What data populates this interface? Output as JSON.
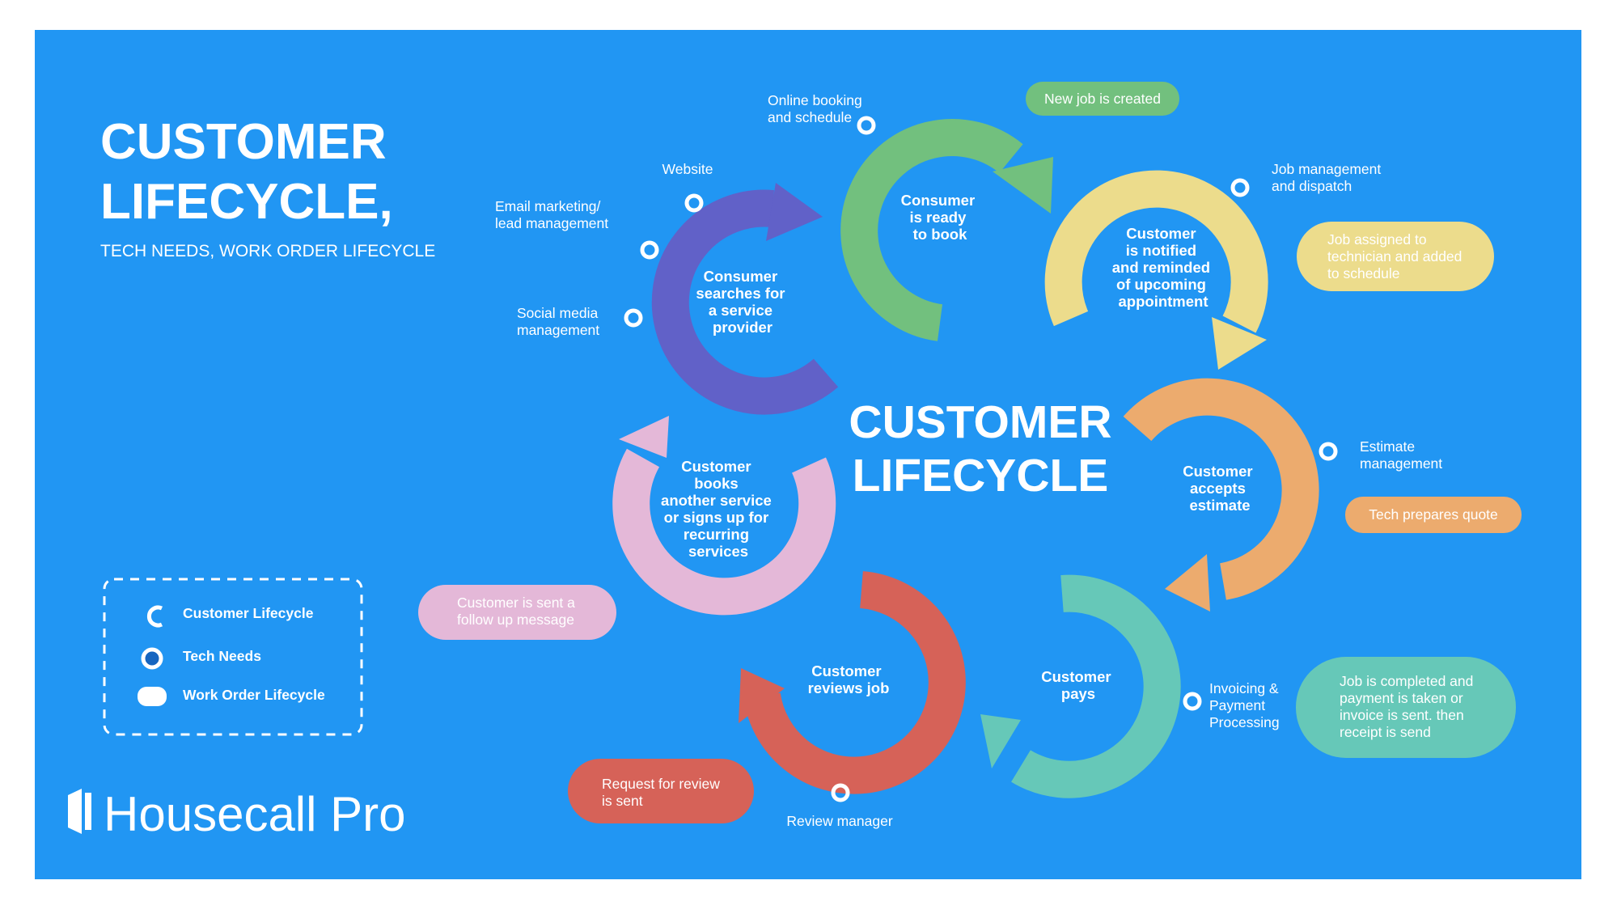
{
  "colors": {
    "background": "#2196F3",
    "purple": "#6161C8",
    "green": "#72C07E",
    "yellow": "#ECDC8C",
    "orange": "#ECAB6E",
    "teal": "#66C8B8",
    "red": "#D66258",
    "pink": "#E4B8D8"
  },
  "header": {
    "title_line1": "CUSTOMER",
    "title_line2": "LIFECYCLE,",
    "subtitle": "TECH NEEDS, WORK ORDER LIFECYCLE"
  },
  "center": {
    "line1": "CUSTOMER",
    "line2": "LIFECYCLE"
  },
  "stages": [
    {
      "id": "searches",
      "lines": [
        "Consumer",
        "searches for",
        "a service",
        "provider"
      ]
    },
    {
      "id": "ready",
      "lines": [
        "Consumer",
        "is ready",
        "to book"
      ]
    },
    {
      "id": "notified",
      "lines": [
        "Customer",
        "is notified",
        "and reminded",
        "of upcoming",
        "appointment"
      ]
    },
    {
      "id": "accepts",
      "lines": [
        "Customer",
        "accepts",
        "estimate"
      ]
    },
    {
      "id": "pays",
      "lines": [
        "Customer",
        "pays"
      ]
    },
    {
      "id": "reviews",
      "lines": [
        "Customer",
        "reviews job"
      ]
    },
    {
      "id": "books-again",
      "lines": [
        "Customer",
        "books",
        "another service",
        "or signs up for",
        "recurring",
        "services"
      ]
    }
  ],
  "tech_needs": [
    {
      "id": "website",
      "lines": [
        "Website"
      ]
    },
    {
      "id": "email",
      "lines": [
        "Email marketing/",
        "lead management"
      ]
    },
    {
      "id": "social",
      "lines": [
        "Social media",
        "management"
      ]
    },
    {
      "id": "booking",
      "lines": [
        "Online booking",
        "and schedule"
      ]
    },
    {
      "id": "dispatch",
      "lines": [
        "Job management",
        "and dispatch"
      ]
    },
    {
      "id": "estimate",
      "lines": [
        "Estimate",
        "management"
      ]
    },
    {
      "id": "invoicing",
      "lines": [
        "Invoicing &",
        "Payment",
        "Processing"
      ]
    },
    {
      "id": "review",
      "lines": [
        "Review manager"
      ]
    }
  ],
  "work_orders": [
    {
      "id": "job-created",
      "lines": [
        "New job is created"
      ]
    },
    {
      "id": "job-assigned",
      "lines": [
        "Job assigned to",
        "technician and added",
        "to schedule"
      ]
    },
    {
      "id": "quote",
      "lines": [
        "Tech prepares quote"
      ]
    },
    {
      "id": "completed",
      "lines": [
        "Job is completed and",
        "payment is taken or",
        "invoice is sent. then",
        "receipt is send"
      ]
    },
    {
      "id": "review-request",
      "lines": [
        "Request for review",
        "is sent"
      ]
    },
    {
      "id": "follow-up",
      "lines": [
        "Customer is sent a",
        "follow up message"
      ]
    }
  ],
  "legend": {
    "items": [
      {
        "label": "Customer Lifecycle",
        "icon": "arc-icon"
      },
      {
        "label": "Tech Needs",
        "icon": "ring-icon"
      },
      {
        "label": "Work Order Lifecycle",
        "icon": "pill-icon"
      }
    ]
  },
  "brand": {
    "name": "Housecall Pro",
    "icon": "housecall-logo-icon"
  }
}
